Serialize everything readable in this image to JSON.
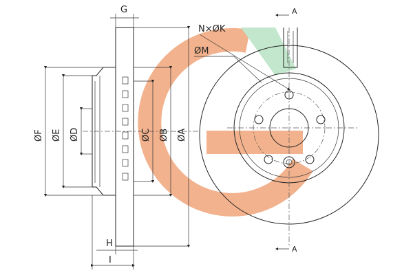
{
  "title": "Brake disc technical drawing",
  "colors": {
    "line": "#222222",
    "hatch": "#9a9a9a",
    "watermark_orange": "#f0a57a",
    "watermark_green": "#b8e3c4"
  },
  "watermark": {
    "description": "orange and green logo watermark"
  },
  "labels": {
    "G": "G",
    "F": "ØF",
    "E": "ØE",
    "D": "ØD",
    "C": "ØC",
    "B": "ØB",
    "A": "ØA",
    "H": "H",
    "I": "I",
    "NK": "N×ØK",
    "M": "ØM",
    "section_top": "A",
    "section_bottom": "A"
  }
}
